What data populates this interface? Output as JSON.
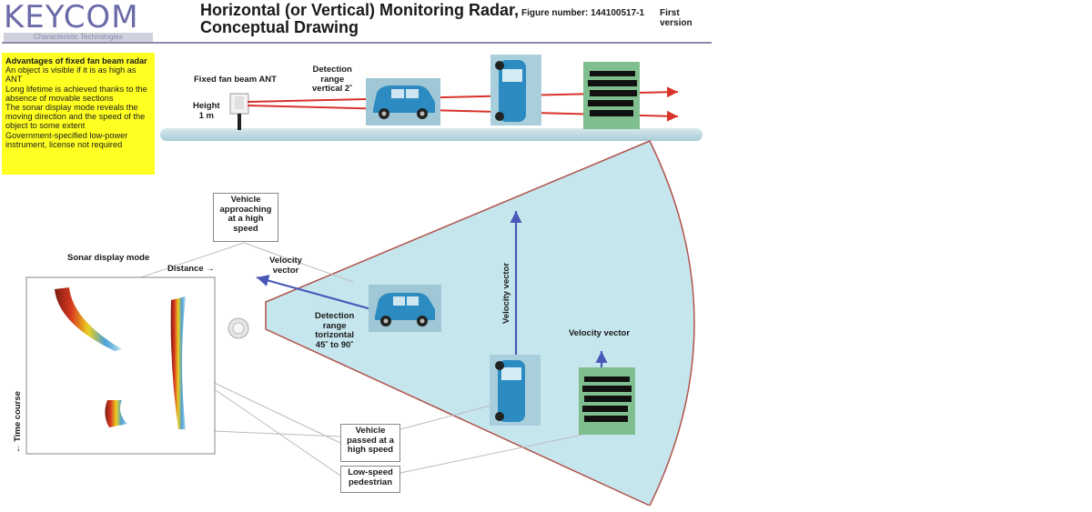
{
  "header": {
    "logo_text": "KEYCOM",
    "logo_tagline": "Characteristic Technologies",
    "title_line1": "Horizontal (or Vertical) Monitoring Radar,",
    "title_line2": "Conceptual Drawing",
    "figure_number": "Figure number: 144100517-1",
    "version": "First version"
  },
  "advantages": {
    "title": "Advantages of fixed fan beam radar",
    "lines": [
      "An object is visible if it is as high as ANT",
      "Long lifetime is achieved thanks to the absence of movable sections",
      "The sonar display mode reveals the moving direction and the speed of the object to some extent",
      "Government-specified low-power instrument, license not required"
    ]
  },
  "side_view": {
    "antenna_label": "Fixed fan beam ANT",
    "height_label_1": "Height",
    "height_label_2": "1 m",
    "range_label_1": "Detection",
    "range_label_2": "range",
    "range_label_3": "vertical 2˚"
  },
  "top_view": {
    "approach_1": "Vehicle",
    "approach_2": "approaching",
    "approach_3": "at a high",
    "approach_4": "speed",
    "sonar_mode": "Sonar display mode",
    "distance": "Distance →",
    "time_course": "← Time course",
    "velocity_left_1": "Velocity",
    "velocity_left_2": "vector",
    "horiz_1": "Detection",
    "horiz_2": "range",
    "horiz_3": "torizontal",
    "horiz_4": "45˚ to 90˚",
    "velocity_vertical": "Velocity vector",
    "velocity_right": "Velocity vector",
    "passed_1": "Vehicle",
    "passed_2": "passed at a",
    "passed_3": "high speed",
    "pedestrian_1": "Low-speed",
    "pedestrian_2": "pedestrian"
  },
  "colors": {
    "fan_fill": "#c6e6ee",
    "fan_edge": "#b0524a",
    "beam": "#d8322a",
    "vector": "#4a58b8",
    "car_body": "#2c8bc0",
    "highlight": "#ffff22"
  },
  "icons": [
    "fan-beam-antenna-icon",
    "car-side-icon",
    "car-top-icon",
    "pedestrian-icon",
    "radar-antenna-icon"
  ]
}
